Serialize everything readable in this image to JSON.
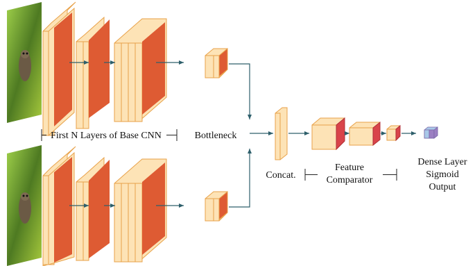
{
  "labels": {
    "base_cnn": "First N Layers of Base CNN",
    "bottleneck": "Bottleneck",
    "concat": "Concat.",
    "feature_line1": "Feature",
    "feature_line2": "Comparator",
    "dense_line1": "Dense Layer",
    "dense_line2": "Sigmoid",
    "dense_line3": "Output"
  },
  "colors": {
    "layer_fill": "#fde3b6",
    "layer_edge": "#e8a24a",
    "conv_fill": "#de5b33",
    "arrow": "#2e5f6b",
    "feature_red": "#d9444a",
    "dense_blue": "#a9c8e8",
    "dense_purple": "#9b7fc2",
    "photo_dark": "#2f4a18",
    "photo_light": "#8fbf3a",
    "owl": "#6b5a45"
  },
  "icons": {
    "input_image": "owl-photo-icon"
  }
}
